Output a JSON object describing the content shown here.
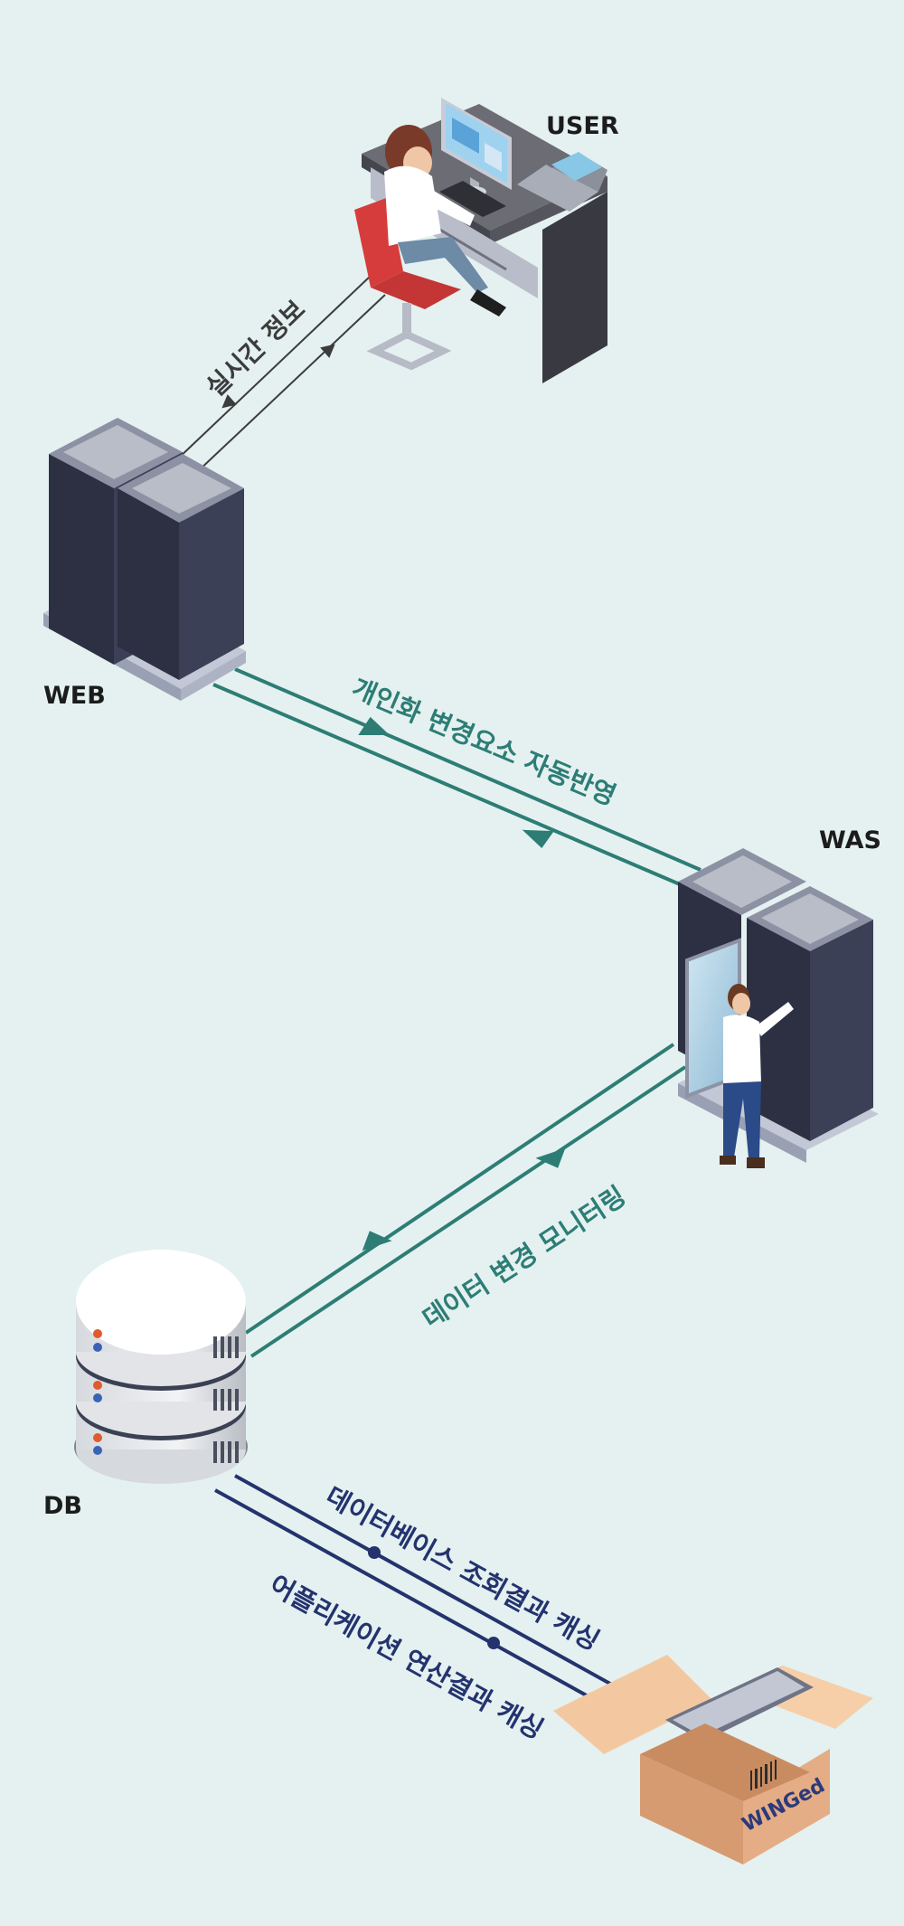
{
  "nodes": {
    "user": "USER",
    "web": "WEB",
    "was": "WAS",
    "db": "DB"
  },
  "flows": {
    "user_web": "실시간 정보",
    "web_was": "개인화 변경요소 자동반영",
    "was_db": "데이터 변경 모니터링",
    "db_cache_1": "데이터베이스 조회결과 캐싱",
    "db_cache_2": "어플리케이션 연산결과 캐싱"
  },
  "cache_box_logo": "WINGed",
  "colors": {
    "background": "#e4f1f0",
    "gray_line": "#3c3c3c",
    "teal_line": "#2d7d75",
    "navy_line": "#24336e"
  }
}
